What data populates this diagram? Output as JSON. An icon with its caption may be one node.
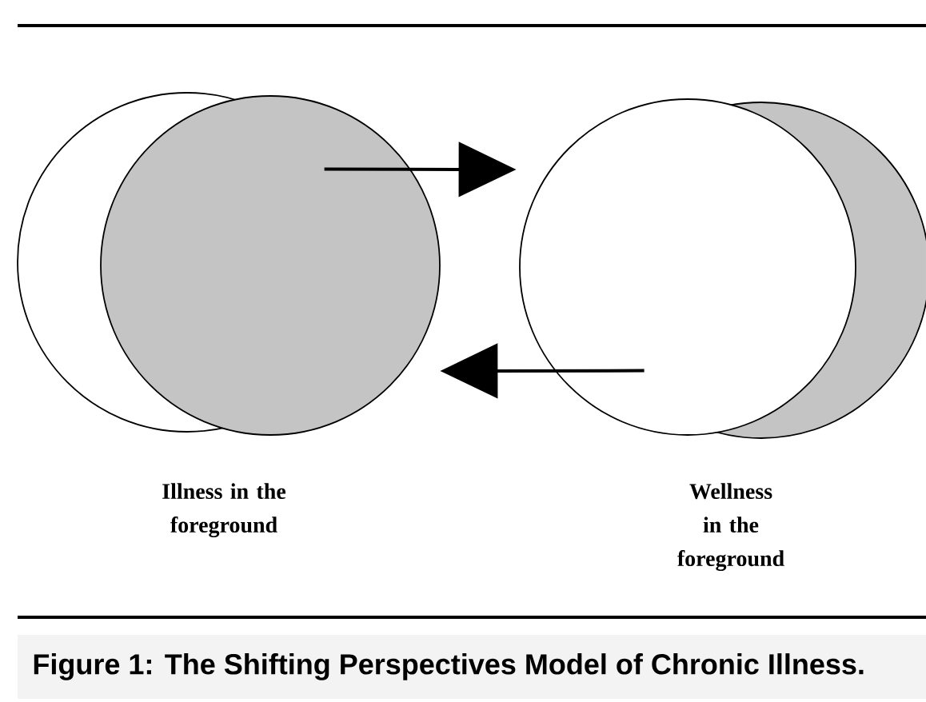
{
  "diagram": {
    "caption": "Figure 1: The Shifting Perspectives Model of Chronic Illness.",
    "nodes": [
      {
        "text": [],
        "shape": "circle",
        "beside": [
          "Illness in the foreground"
        ]
      },
      {
        "text": [],
        "shape": "circle",
        "beside": [
          "Wellness in the foreground"
        ]
      }
    ],
    "edges": [
      {
        "from": 0,
        "to": 1,
        "arrow": "to"
      },
      {
        "from": 1,
        "to": 0,
        "arrow": "to"
      }
    ]
  }
}
